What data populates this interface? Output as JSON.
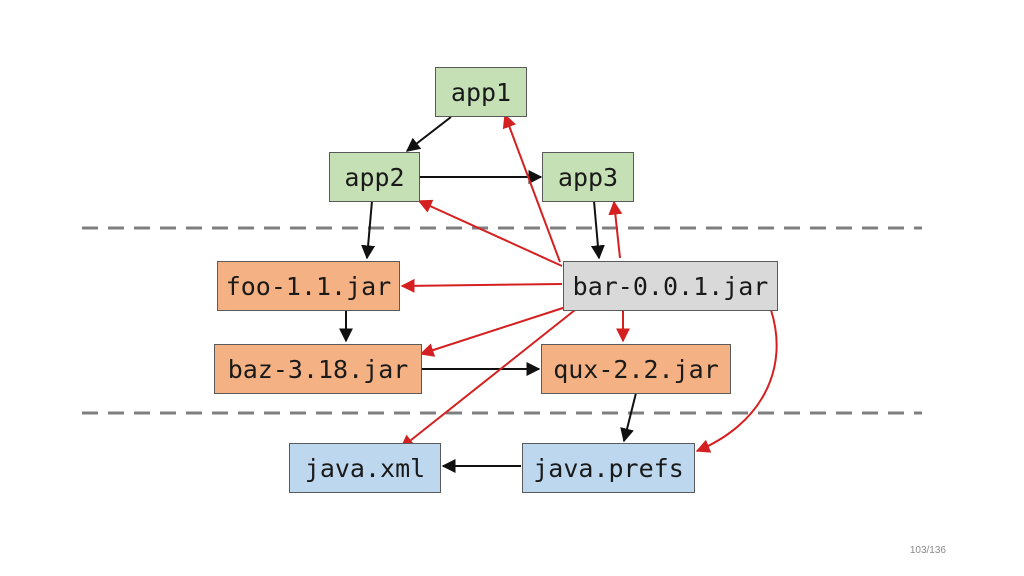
{
  "colors": {
    "app_fill": "#c5e0b4",
    "jar_fill": "#f4b183",
    "bar_fill": "#d9d9d9",
    "module_fill": "#bdd7ee",
    "edge_black": "#111111",
    "edge_red": "#d42020",
    "separator": "#7f7f7f"
  },
  "nodes": {
    "app1": "app1",
    "app2": "app2",
    "app3": "app3",
    "foo": "foo-1.1.jar",
    "bar": "bar-0.0.1.jar",
    "baz": "baz-3.18.jar",
    "qux": "qux-2.2.jar",
    "java_xml": "java.xml",
    "java_prefs": "java.prefs"
  },
  "page_number": "103/136"
}
